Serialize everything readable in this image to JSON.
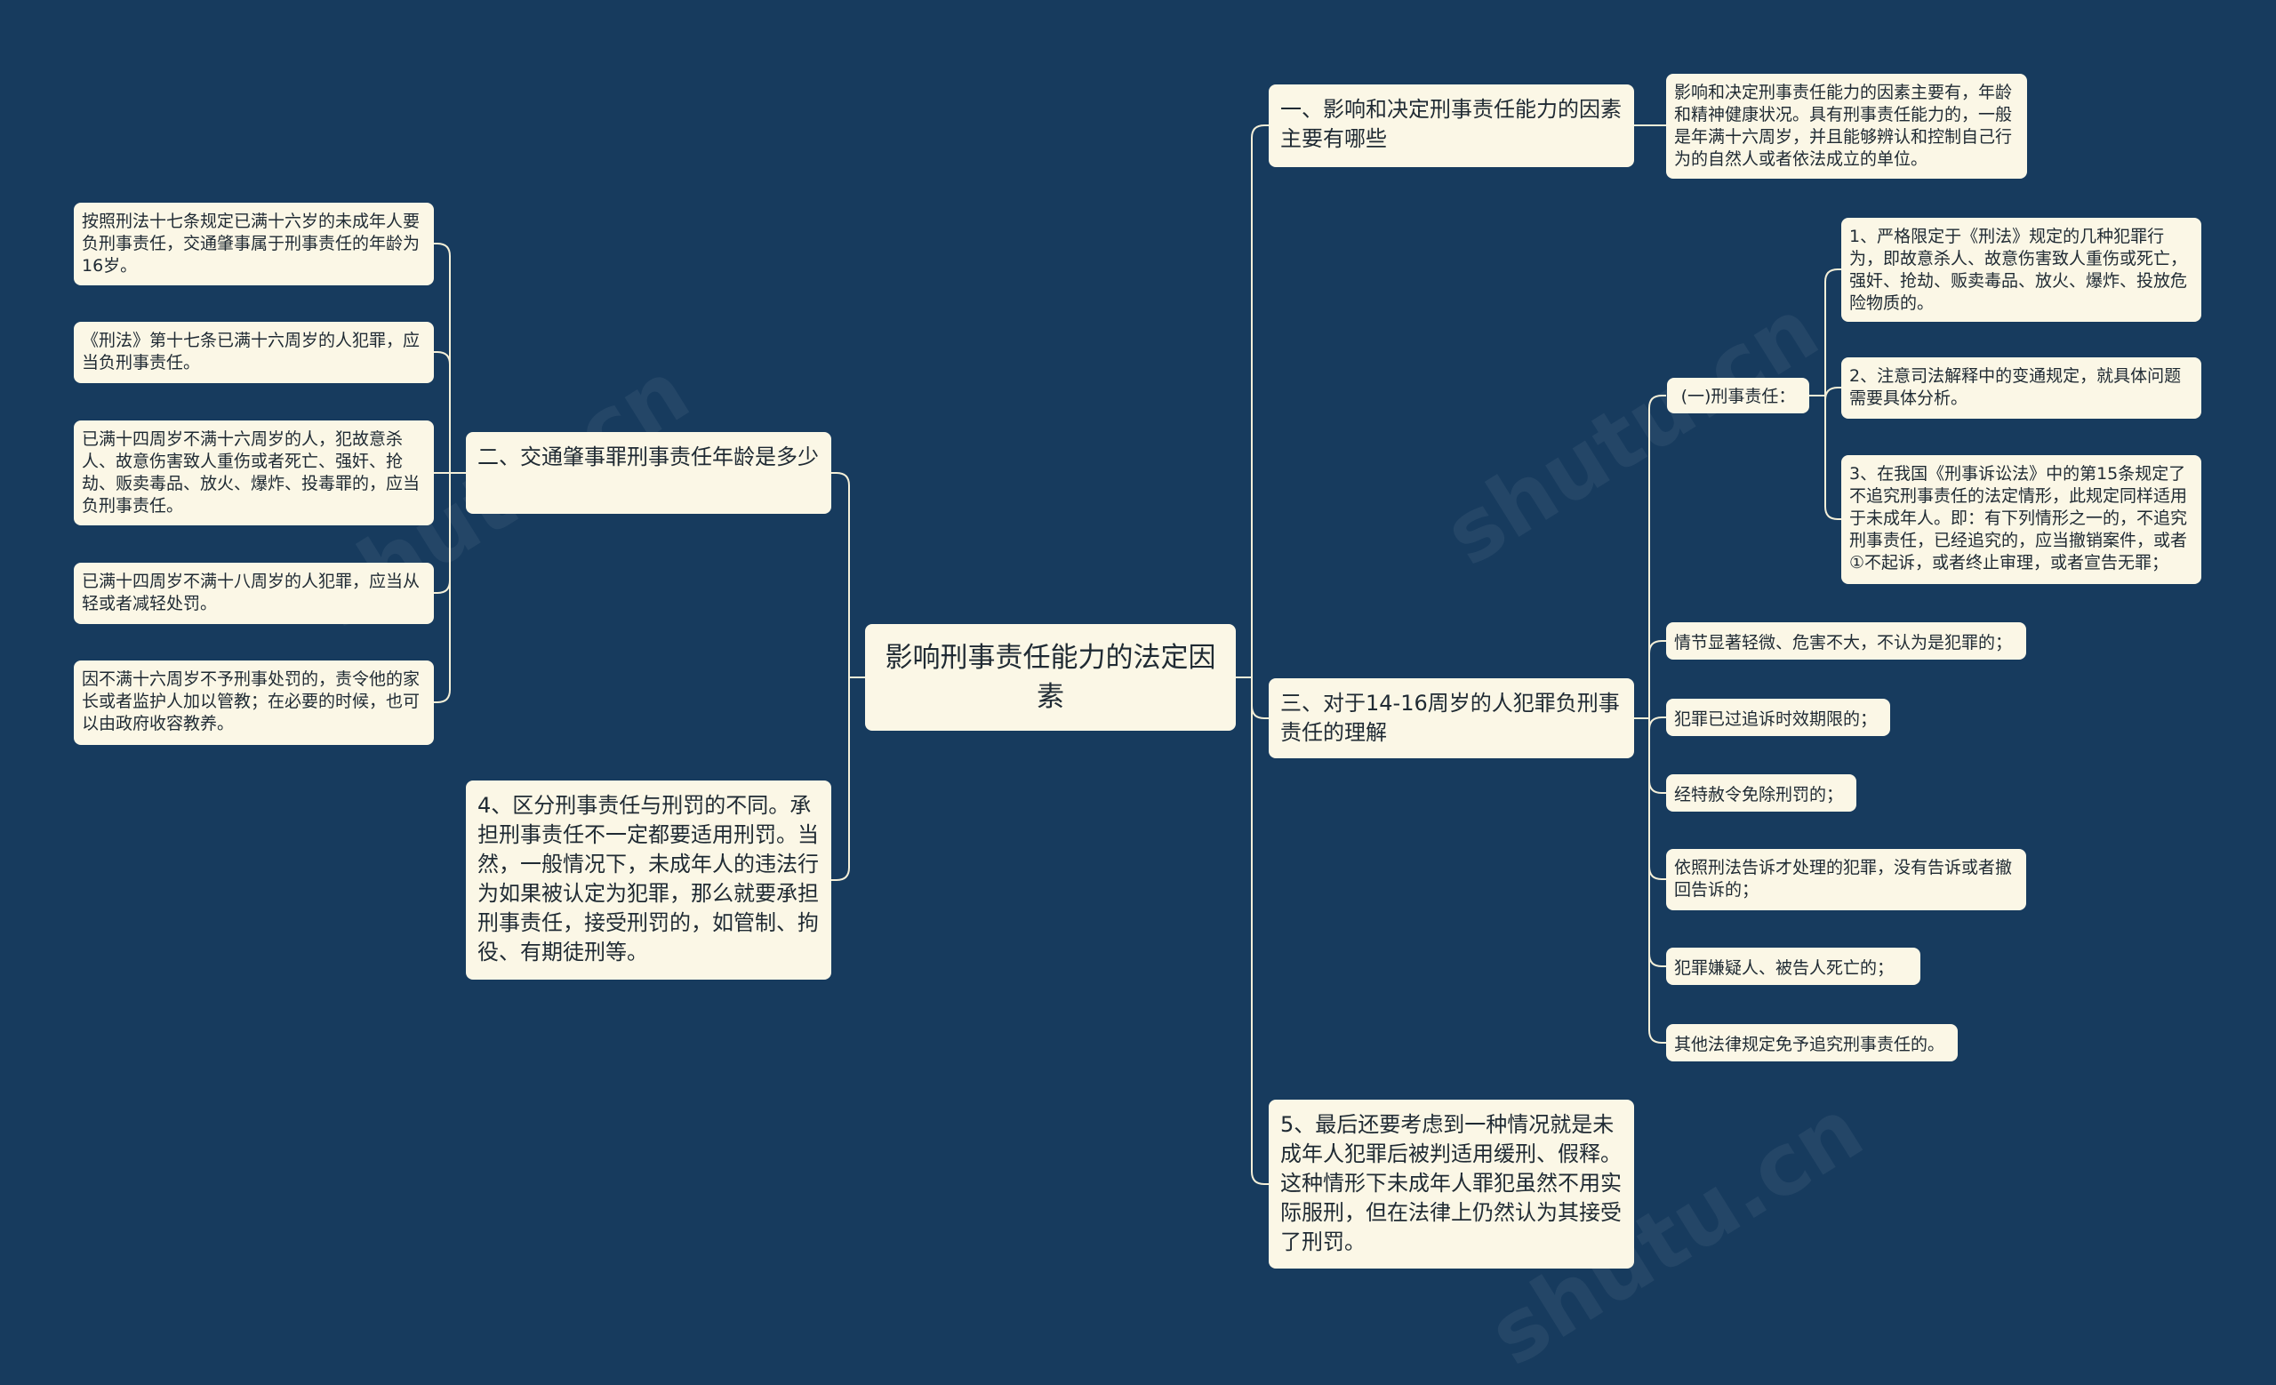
{
  "root": "影响刑事责任能力的法定因素",
  "right_branches": {
    "b1": {
      "title": "一、影响和决定刑事责任能力的因素主要有哪些",
      "detail": "影响和决定刑事责任能力的因素主要有，年龄和精神健康状况。具有刑事责任能力的，一般是年满十六周岁，并且能够辨认和控制自己行为的自然人或者依法成立的单位。"
    },
    "b3": {
      "title": "三、对于14-16周岁的人犯罪负刑事责任的理解",
      "sub_label": "(一)刑事责任：",
      "sub_items": [
        "1、严格限定于《刑法》规定的几种犯罪行为，即故意杀人、故意伤害致人重伤或死亡，强奸、抢劫、贩卖毒品、放火、爆炸、投放危险物质的。",
        "2、注意司法解释中的变通规定，就具体问题需要具体分析。",
        "3、在我国《刑事诉讼法》中的第15条规定了不追究刑事责任的法定情形，此规定同样适用于未成年人。即：有下列情形之一的，不追究刑事责任，已经追究的，应当撤销案件，或者①不起诉，或者终止审理，或者宣告无罪；"
      ],
      "items": [
        "情节显著轻微、危害不大，不认为是犯罪的；",
        "犯罪已过追诉时效期限的；",
        "经特赦令免除刑罚的；",
        "依照刑法告诉才处理的犯罪，没有告诉或者撤回告诉的；",
        "犯罪嫌疑人、被告人死亡的；",
        "其他法律规定免予追究刑事责任的。"
      ]
    },
    "b5": {
      "title": "5、最后还要考虑到一种情况就是未成年人犯罪后被判适用缓刑、假释。这种情形下未成年人罪犯虽然不用实际服刑，但在法律上仍然认为其接受了刑罚。"
    }
  },
  "left_branches": {
    "b2": {
      "title": "二、交通肇事罪刑事责任年龄是多少",
      "items": [
        "按照刑法十七条规定已满十六岁的未成年人要负刑事责任，交通肇事属于刑事责任的年龄为16岁。",
        "《刑法》第十七条已满十六周岁的人犯罪，应当负刑事责任。",
        "已满十四周岁不满十六周岁的人，犯故意杀人、故意伤害致人重伤或者死亡、强奸、抢劫、贩卖毒品、放火、爆炸、投毒罪的，应当负刑事责任。",
        "已满十四周岁不满十八周岁的人犯罪，应当从轻或者减轻处罚。",
        "因不满十六周岁不予刑事处罚的，责令他的家长或者监护人加以管教；在必要的时候，也可以由政府收容教养。"
      ]
    },
    "b4": {
      "title": "4、区分刑事责任与刑罚的不同。承担刑事责任不一定都要适用刑罚。当然，一般情况下，未成年人的违法行为如果被认定为犯罪，那么就要承担刑事责任，接受刑罚的，如管制、拘役、有期徒刑等。"
    }
  },
  "colors": {
    "background": "#173b5e",
    "node": "#fbf7e6",
    "line": "#f4efd8",
    "text": "#1f2a33"
  }
}
